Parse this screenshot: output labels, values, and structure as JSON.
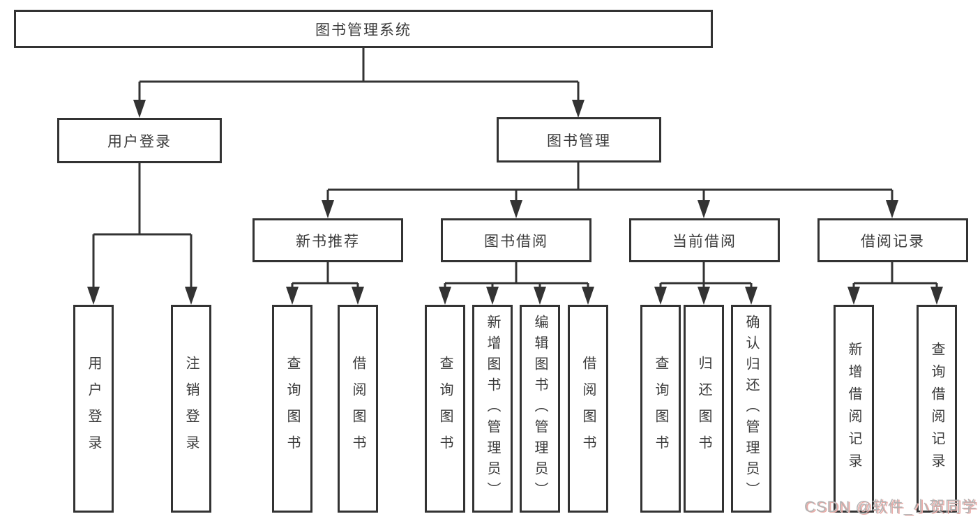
{
  "diagram": {
    "line_color": "#333333",
    "box_border_color": "#333333",
    "text_color": "#3b3b3b",
    "root": {
      "label": "图书管理系统"
    },
    "branches": [
      {
        "label": "用户登录",
        "children": [
          {
            "label": "用户登录"
          },
          {
            "label": "注销登录"
          }
        ]
      },
      {
        "label": "图书管理",
        "modules": [
          {
            "label": "新书推荐",
            "children": [
              {
                "label": "查询图书"
              },
              {
                "label": "借阅图书"
              }
            ]
          },
          {
            "label": "图书借阅",
            "children": [
              {
                "label": "查询图书"
              },
              {
                "label": "新增图书（管理员）"
              },
              {
                "label": "编辑图书（管理员）"
              },
              {
                "label": "借阅图书"
              }
            ]
          },
          {
            "label": "当前借阅",
            "children": [
              {
                "label": "查询图书"
              },
              {
                "label": "归还图书"
              },
              {
                "label": "确认归还（管理员）"
              }
            ]
          },
          {
            "label": "借阅记录",
            "children": [
              {
                "label": "新增借阅记录"
              },
              {
                "label": "查询借阅记录"
              }
            ]
          }
        ]
      }
    ]
  },
  "watermark": {
    "text": "CSDN @软件_小贺同学",
    "color": "#b3b3b3",
    "shadow_color": "#e9aaa6"
  }
}
